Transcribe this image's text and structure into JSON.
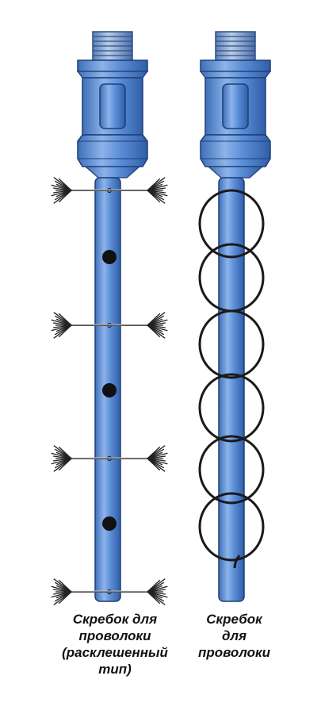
{
  "colors": {
    "tool_body": "#5b8ed6",
    "tool_dark": "#3a6bb5",
    "tool_light": "#a9c8f0",
    "outline": "#1f3f78",
    "wire": "#1a1a1a",
    "background": "#ffffff"
  },
  "tools": [
    {
      "caption_lines": [
        "Скребок для",
        "проволоки",
        "(расклешенный",
        "тип)"
      ],
      "variant": "flared"
    },
    {
      "caption_lines": [
        "Скребок",
        "для",
        "проволоки"
      ],
      "variant": "coil"
    }
  ]
}
